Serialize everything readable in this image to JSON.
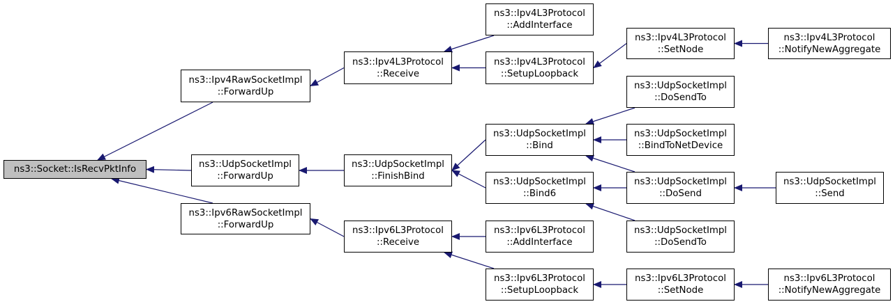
{
  "colors": {
    "edge": "#191970",
    "root_fill": "#bfbfbf",
    "node_fill": "#ffffff"
  },
  "nodes": {
    "root": {
      "line1": "ns3::Socket::IsRecvPktInfo",
      "line2": ""
    },
    "ipv4raw_forwardup": {
      "line1": "ns3::Ipv4RawSocketImpl",
      "line2": "::ForwardUp"
    },
    "udp_forwardup": {
      "line1": "ns3::UdpSocketImpl",
      "line2": "::ForwardUp"
    },
    "ipv6raw_forwardup": {
      "line1": "ns3::Ipv6RawSocketImpl",
      "line2": "::ForwardUp"
    },
    "ipv4l3_receive": {
      "line1": "ns3::Ipv4L3Protocol",
      "line2": "::Receive"
    },
    "udp_finishbind": {
      "line1": "ns3::UdpSocketImpl",
      "line2": "::FinishBind"
    },
    "ipv6l3_receive": {
      "line1": "ns3::Ipv6L3Protocol",
      "line2": "::Receive"
    },
    "ipv4l3_addinterface": {
      "line1": "ns3::Ipv4L3Protocol",
      "line2": "::AddInterface"
    },
    "ipv4l3_setuploopback": {
      "line1": "ns3::Ipv4L3Protocol",
      "line2": "::SetupLoopback"
    },
    "udp_bind": {
      "line1": "ns3::UdpSocketImpl",
      "line2": "::Bind"
    },
    "udp_bind6": {
      "line1": "ns3::UdpSocketImpl",
      "line2": "::Bind6"
    },
    "ipv6l3_addinterface": {
      "line1": "ns3::Ipv6L3Protocol",
      "line2": "::AddInterface"
    },
    "ipv6l3_setuploopback": {
      "line1": "ns3::Ipv6L3Protocol",
      "line2": "::SetupLoopback"
    },
    "ipv4l3_setnode": {
      "line1": "ns3::Ipv4L3Protocol",
      "line2": "::SetNode"
    },
    "udp_dosendto_top": {
      "line1": "ns3::UdpSocketImpl",
      "line2": "::DoSendTo"
    },
    "udp_bindtonetdevice": {
      "line1": "ns3::UdpSocketImpl",
      "line2": "::BindToNetDevice"
    },
    "udp_dosend": {
      "line1": "ns3::UdpSocketImpl",
      "line2": "::DoSend"
    },
    "udp_dosendto_bottom": {
      "line1": "ns3::UdpSocketImpl",
      "line2": "::DoSendTo"
    },
    "ipv6l3_setnode": {
      "line1": "ns3::Ipv6L3Protocol",
      "line2": "::SetNode"
    },
    "ipv4l3_notifynewaggregate": {
      "line1": "ns3::Ipv4L3Protocol",
      "line2": "::NotifyNewAggregate"
    },
    "udp_send": {
      "line1": "ns3::UdpSocketImpl",
      "line2": "::Send"
    },
    "ipv6l3_notifynewaggregate": {
      "line1": "ns3::Ipv6L3Protocol",
      "line2": "::NotifyNewAggregate"
    }
  },
  "edges": [
    [
      "ipv4raw_forwardup",
      "root"
    ],
    [
      "udp_forwardup",
      "root"
    ],
    [
      "ipv6raw_forwardup",
      "root"
    ],
    [
      "ipv4l3_receive",
      "ipv4raw_forwardup"
    ],
    [
      "udp_finishbind",
      "udp_forwardup"
    ],
    [
      "ipv6l3_receive",
      "ipv6raw_forwardup"
    ],
    [
      "ipv4l3_addinterface",
      "ipv4l3_receive"
    ],
    [
      "ipv4l3_setuploopback",
      "ipv4l3_receive"
    ],
    [
      "udp_bind",
      "udp_finishbind"
    ],
    [
      "udp_bind6",
      "udp_finishbind"
    ],
    [
      "ipv6l3_addinterface",
      "ipv6l3_receive"
    ],
    [
      "ipv6l3_setuploopback",
      "ipv6l3_receive"
    ],
    [
      "ipv4l3_setnode",
      "ipv4l3_setuploopback"
    ],
    [
      "ipv4l3_notifynewaggregate",
      "ipv4l3_setnode"
    ],
    [
      "udp_dosendto_top",
      "udp_bind"
    ],
    [
      "udp_bindtonetdevice",
      "udp_bind"
    ],
    [
      "udp_dosend",
      "udp_bind"
    ],
    [
      "udp_dosend",
      "udp_bind6"
    ],
    [
      "udp_dosendto_bottom",
      "udp_bind6"
    ],
    [
      "udp_send",
      "udp_dosend"
    ],
    [
      "ipv6l3_setnode",
      "ipv6l3_setuploopback"
    ],
    [
      "ipv6l3_notifynewaggregate",
      "ipv6l3_setnode"
    ]
  ]
}
